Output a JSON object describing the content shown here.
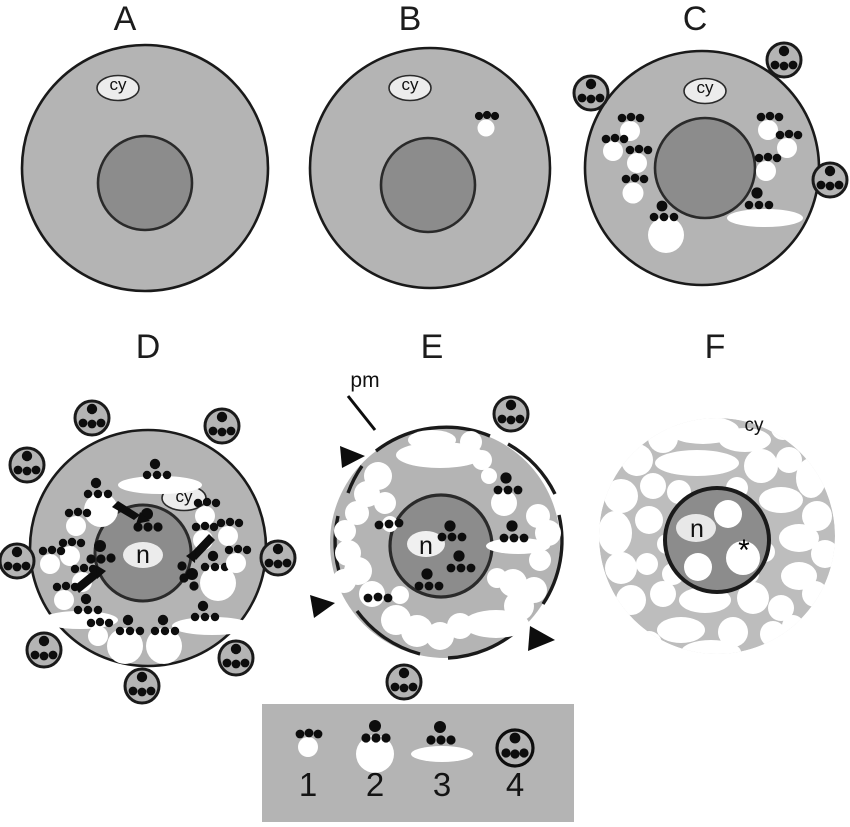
{
  "figure": {
    "title": "Schematic stages of virus-induced cell alteration (A-F)",
    "background": "#ffffff",
    "colors": {
      "cytoplasm": "#b4b4b4",
      "cytoplasm_light": "#bdbdbd",
      "nucleus": "#8c8c8c",
      "nucleus_dark": "#909090",
      "outline": "#1a1a1a",
      "vesicle": "#ffffff",
      "particle": "#0d0d0d",
      "label_bg": "#ececec",
      "legend_bg": "#b4b4b4"
    }
  },
  "panels": [
    {
      "id": "A",
      "label": "A",
      "annotations": [
        {
          "name": "cytoplasm-label",
          "text": "cy",
          "style": "ellipse"
        }
      ],
      "description": "Intact cell: uniform cytoplasm, central nucleus, no virus particles"
    },
    {
      "id": "B",
      "label": "B",
      "annotations": [
        {
          "name": "cytoplasm-label",
          "text": "cy",
          "style": "ellipse"
        }
      ],
      "description": "Early stage: a single type-1 vesicle with particles appears in cytoplasm"
    },
    {
      "id": "C",
      "label": "C",
      "annotations": [
        {
          "name": "cytoplasm-label",
          "text": "cy",
          "style": "ellipse"
        }
      ],
      "description": "Multiple type-1 and type-2 vesicles, one type-3 cisterna, 3 extracellular type-4 virions"
    },
    {
      "id": "D",
      "label": "D",
      "annotations": [
        {
          "name": "cytoplasm-label",
          "text": "cy",
          "style": "ellipse"
        },
        {
          "name": "nucleus-label",
          "text": "n",
          "style": "ellipse"
        }
      ],
      "description": "Advanced stage: cytoplasm crowded with vesicles, arrows mark particles moving to nucleus, 8 extracellular type-4 virions"
    },
    {
      "id": "E",
      "label": "E",
      "annotations": [
        {
          "name": "plasma-membrane-label",
          "text": "pm",
          "style": "leader-line"
        },
        {
          "name": "nucleus-label",
          "text": "n",
          "style": "ellipse"
        }
      ],
      "description": "Plasma membrane ruptures (arrowheads), vesicles fuse and release contents, particles inside nucleus"
    },
    {
      "id": "F",
      "label": "F",
      "annotations": [
        {
          "name": "cytoplasm-label",
          "text": "cy",
          "style": "plain"
        },
        {
          "name": "nucleus-label",
          "text": "n",
          "style": "ellipse"
        },
        {
          "name": "asterisk-marker",
          "text": "*",
          "style": "plain"
        }
      ],
      "description": "Cell lysis: cytoplasm fragmented into reticular remnants, nucleus vacuolated with asterisk-marked vacuole, no plasma membrane"
    }
  ],
  "legend": {
    "name": "symbol-legend",
    "items": [
      {
        "number": "1",
        "symbol": "small-vesicle-with-three-particles"
      },
      {
        "number": "2",
        "symbol": "large-vesicle-with-four-particles"
      },
      {
        "number": "3",
        "symbol": "flat-cisterna-with-four-particles"
      },
      {
        "number": "4",
        "symbol": "enveloped-virion-circle-with-four-particles"
      }
    ]
  }
}
